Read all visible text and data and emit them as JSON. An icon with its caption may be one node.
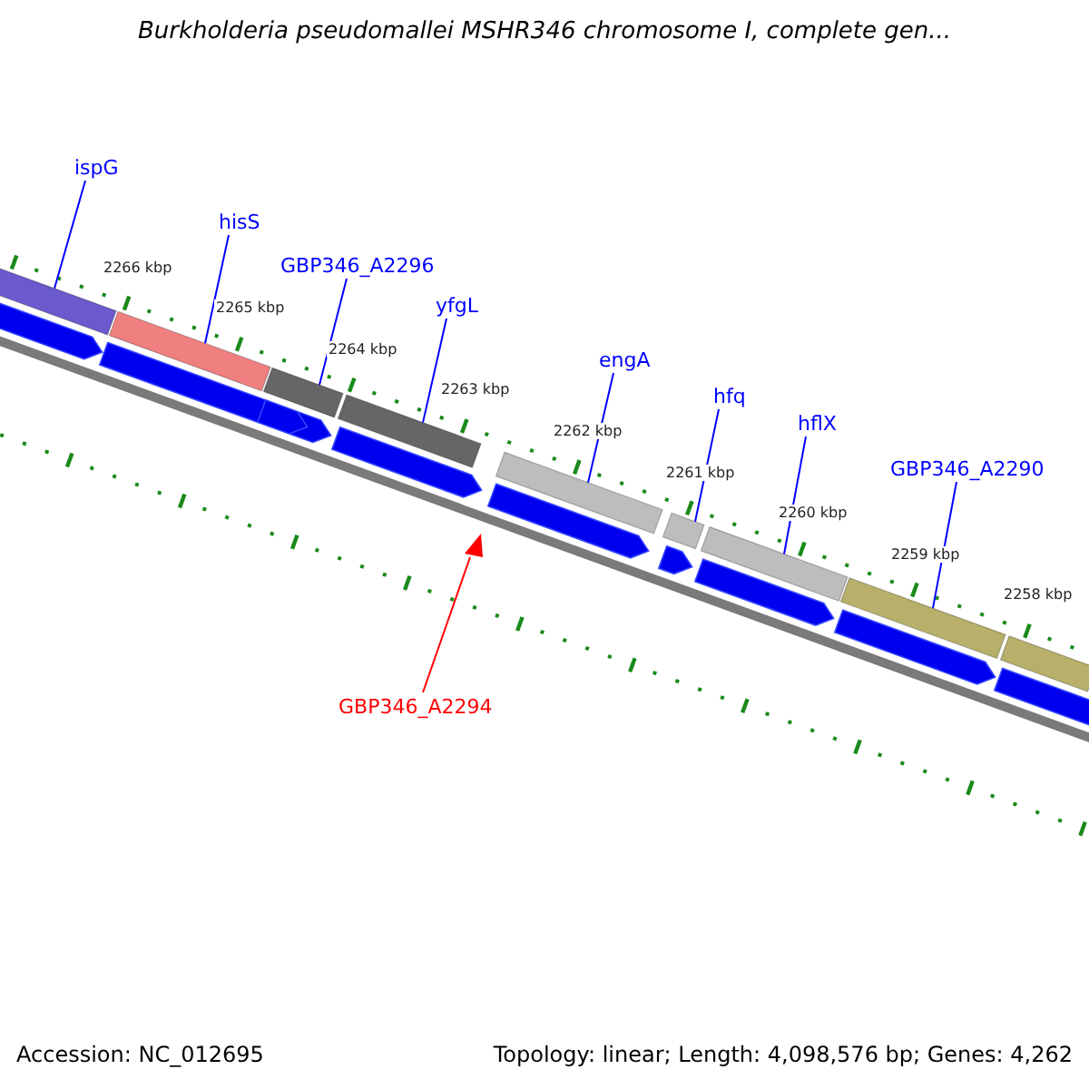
{
  "diagram": {
    "title": "Burkholderia pseudomallei MSHR346 chromosome I, complete gen...",
    "nodes": [
      {
        "text": [
          "ispG"
        ]
      },
      {
        "text": [
          "hisS"
        ]
      },
      {
        "text": [
          "GBP346_A2296"
        ]
      },
      {
        "text": [
          "yfgL"
        ]
      },
      {
        "text": [
          "engA"
        ]
      },
      {
        "text": [
          "hfq"
        ]
      },
      {
        "text": [
          "hflX"
        ]
      },
      {
        "text": [
          "GBP346_A2290"
        ]
      },
      {
        "text": [
          "GBP346_A2294"
        ]
      },
      {
        "text": [],
        "shape": "bar"
      },
      {
        "text": [],
        "shape": "bar"
      },
      {
        "text": [],
        "shape": "bar"
      },
      {
        "text": [],
        "shape": "bar"
      },
      {
        "text": [],
        "shape": "bar"
      },
      {
        "text": [],
        "shape": "bar"
      },
      {
        "text": [],
        "shape": "bar"
      },
      {
        "text": [],
        "shape": "bar"
      },
      {
        "text": [],
        "shape": "triangle"
      },
      {
        "text": [],
        "shape": "bar"
      }
    ],
    "edges": [
      {
        "from": 0,
        "to": 9,
        "arrow": "none"
      },
      {
        "from": 1,
        "to": 10,
        "arrow": "none"
      },
      {
        "from": 2,
        "to": 11,
        "arrow": "none"
      },
      {
        "from": 3,
        "to": 12,
        "arrow": "none"
      },
      {
        "from": 4,
        "to": 13,
        "arrow": "none"
      },
      {
        "from": 5,
        "to": 14,
        "arrow": "none"
      },
      {
        "from": 6,
        "to": 15,
        "arrow": "none"
      },
      {
        "from": 7,
        "to": 16,
        "arrow": "none"
      },
      {
        "from": 8,
        "to": 17,
        "arrow": "none",
        "color": "#ff0000"
      }
    ],
    "labels": [
      "2266 kbp",
      "2265 kbp",
      "2264 kbp",
      "2263 kbp",
      "2262 kbp",
      "2261 kbp",
      "2260 kbp",
      "2259 kbp",
      "2258 kbp",
      "Accession: NC_012695",
      "Topology: linear; Length: 4,098,576 bp; Genes: 4,262"
    ]
  }
}
